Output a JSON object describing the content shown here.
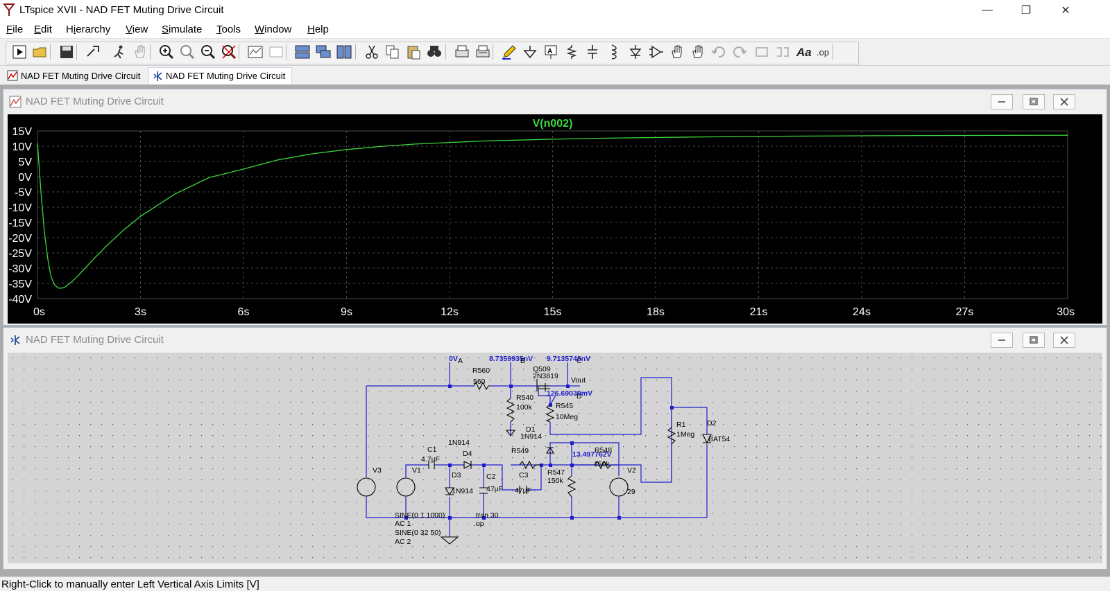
{
  "app": {
    "title": "LTspice XVII - NAD FET Muting Drive Circuit"
  },
  "window_controls": {
    "minimize": "—",
    "restore": "❐",
    "close": "✕"
  },
  "menu": [
    "File",
    "Edit",
    "Hierarchy",
    "View",
    "Simulate",
    "Tools",
    "Window",
    "Help"
  ],
  "menu_mnemonics": [
    "F",
    "E",
    "i",
    "V",
    "S",
    "T",
    "W",
    "H"
  ],
  "toolbar_icons": [
    "run-icon",
    "open-icon",
    "save-icon",
    "control-panel-icon",
    "run-sim-icon",
    "pan-icon",
    "zoom-in-icon",
    "zoom-out-area-icon",
    "zoom-out-icon",
    "zoom-fit-icon",
    "autorange-icon",
    "ruler-icon",
    "tile-horizontal-icon",
    "cascade-icon",
    "tile-vertical-icon",
    "cut-icon",
    "copy-icon",
    "paste-icon",
    "find-icon",
    "print-preview-icon",
    "print-icon",
    "pencil-icon",
    "ground-icon",
    "label-icon",
    "resistor-icon",
    "capacitor-icon",
    "inductor-icon",
    "diode-icon",
    "component-icon",
    "move-icon",
    "drag-icon",
    "undo-icon",
    "redo-icon",
    "rotate-icon",
    "mirror-icon",
    "text-icon",
    "spice-directive-icon"
  ],
  "tabs": [
    {
      "label": "NAD FET Muting Drive Circuit",
      "icon": "waveform-icon"
    },
    {
      "label": "NAD FET Muting Drive Circuit",
      "icon": "schematic-icon",
      "active": true
    }
  ],
  "waveform_window": {
    "title": "NAD FET Muting Drive Circuit"
  },
  "schematic_window": {
    "title": "NAD FET Muting Drive Circuit"
  },
  "chart_data": {
    "type": "line",
    "title": "V(n002)",
    "xlabel": "",
    "ylabel": "",
    "xlim": [
      0,
      30
    ],
    "ylim": [
      -40,
      15
    ],
    "x_ticks": [
      "0s",
      "3s",
      "6s",
      "9s",
      "12s",
      "15s",
      "18s",
      "21s",
      "24s",
      "27s",
      "30s"
    ],
    "y_ticks": [
      "15V",
      "10V",
      "5V",
      "0V",
      "-5V",
      "-10V",
      "-15V",
      "-20V",
      "-25V",
      "-30V",
      "-35V",
      "-40V"
    ],
    "grid": true,
    "colors": {
      "background": "#000000",
      "trace": "#3dd63d",
      "grid": "#4a4a4a",
      "text": "#ffffff",
      "title": "#3dd63d"
    },
    "series": [
      {
        "name": "V(n002)",
        "x": [
          0,
          0.1,
          0.2,
          0.3,
          0.4,
          0.5,
          0.6,
          0.7,
          0.8,
          1,
          1.2,
          1.5,
          2,
          2.5,
          3,
          4,
          5,
          6,
          7,
          8,
          9,
          10,
          11,
          12,
          13,
          14,
          15,
          16,
          17,
          18,
          19,
          20,
          22,
          24,
          26,
          28,
          30
        ],
        "values": [
          11,
          -5,
          -18,
          -27,
          -33,
          -35.5,
          -36.5,
          -36.6,
          -36.2,
          -34.5,
          -32.3,
          -28.6,
          -22.8,
          -17.6,
          -13.0,
          -5.7,
          -0.3,
          2.5,
          5.5,
          7.5,
          8.9,
          9.9,
          10.7,
          11.2,
          11.7,
          12.0,
          12.3,
          12.5,
          12.7,
          12.85,
          13.0,
          13.1,
          13.3,
          13.4,
          13.5,
          13.55,
          13.6
        ]
      }
    ]
  },
  "schematic": {
    "labels": [
      {
        "t": "0V",
        "c": "blue"
      },
      {
        "t": "A",
        "c": "black"
      },
      {
        "t": "8.7359935nV",
        "c": "blue"
      },
      {
        "t": "B",
        "c": "black"
      },
      {
        "t": "9.7135748nV",
        "c": "blue"
      },
      {
        "t": "C",
        "c": "black"
      },
      {
        "t": "R560",
        "c": "black"
      },
      {
        "t": "560",
        "c": "black"
      },
      {
        "t": "Q509",
        "c": "black"
      },
      {
        "t": "2N3819",
        "c": "black"
      },
      {
        "t": "Vout",
        "c": "black"
      },
      {
        "t": "126.69039mV",
        "c": "blue"
      },
      {
        "t": "D",
        "c": "black"
      },
      {
        "t": "R540",
        "c": "black"
      },
      {
        "t": "100k",
        "c": "black"
      },
      {
        "t": "R545",
        "c": "black"
      },
      {
        "t": "10Meg",
        "c": "black"
      },
      {
        "t": "R1",
        "c": "black"
      },
      {
        "t": "1Meg",
        "c": "black"
      },
      {
        "t": "D2",
        "c": "black"
      },
      {
        "t": "BAT54",
        "c": "black"
      },
      {
        "t": "D1",
        "c": "black"
      },
      {
        "t": "1N914",
        "c": "black"
      },
      {
        "t": "1N914",
        "c": "black"
      },
      {
        "t": "D4",
        "c": "black"
      },
      {
        "t": "C1",
        "c": "black"
      },
      {
        "t": "4.7µF",
        "c": "black"
      },
      {
        "t": "R549",
        "c": "black"
      },
      {
        "t": "13.497762V",
        "c": "blue"
      },
      {
        "t": "R548",
        "c": "black"
      },
      {
        "t": "150k",
        "c": "black"
      },
      {
        "t": "V3",
        "c": "black"
      },
      {
        "t": "V1",
        "c": "black"
      },
      {
        "t": "D3",
        "c": "black"
      },
      {
        "t": "1N914",
        "c": "black"
      },
      {
        "t": "C2",
        "c": "black"
      },
      {
        "t": "47µF",
        "c": "black"
      },
      {
        "t": "C3",
        "c": "black"
      },
      {
        "t": "47µF",
        "c": "black"
      },
      {
        "t": "R547",
        "c": "black"
      },
      {
        "t": "150k",
        "c": "black"
      },
      {
        "t": "V2",
        "c": "black"
      },
      {
        "t": "29",
        "c": "black"
      },
      {
        "t": "SINE(0 1 1000)",
        "c": "black"
      },
      {
        "t": "AC 1",
        "c": "black"
      },
      {
        "t": ".tran 30",
        "c": "black"
      },
      {
        "t": ".op",
        "c": "black"
      },
      {
        "t": "SINE(0 32 50)",
        "c": "black"
      },
      {
        "t": "AC 2",
        "c": "black"
      }
    ]
  },
  "status": {
    "text": "Right-Click to manually enter Left Vertical Axis Limits [V]"
  }
}
